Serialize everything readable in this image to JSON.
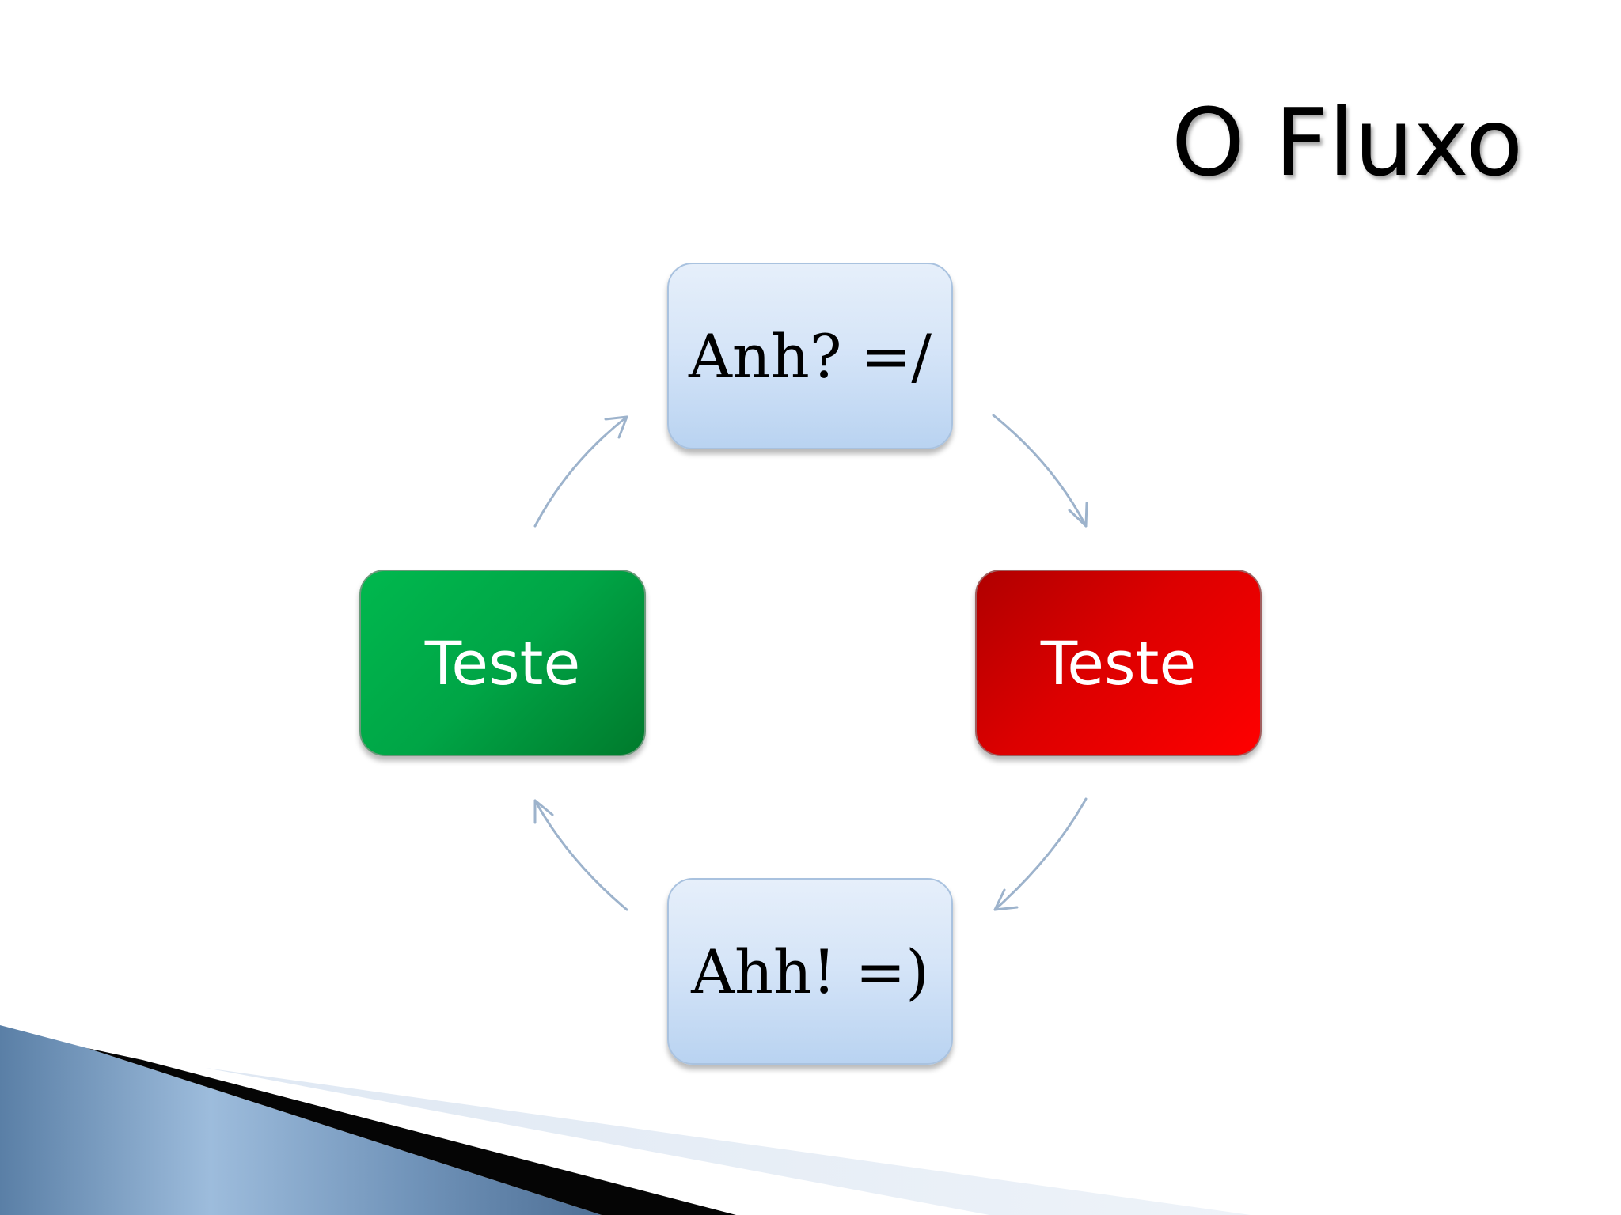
{
  "title": "O Fluxo",
  "nodes": {
    "top": "Anh? =/",
    "right": "Teste",
    "bottom": "Ahh! =)",
    "left": "Teste"
  },
  "colors": {
    "node_blue": "#d6e5f8",
    "node_green": "#00a546",
    "node_red": "#e00000",
    "arrow": "#9db3cc",
    "corner_blue": "#6f94b8"
  },
  "icons": [
    "arrow-top-to-right",
    "arrow-right-to-bottom",
    "arrow-bottom-to-left",
    "arrow-left-to-top"
  ]
}
